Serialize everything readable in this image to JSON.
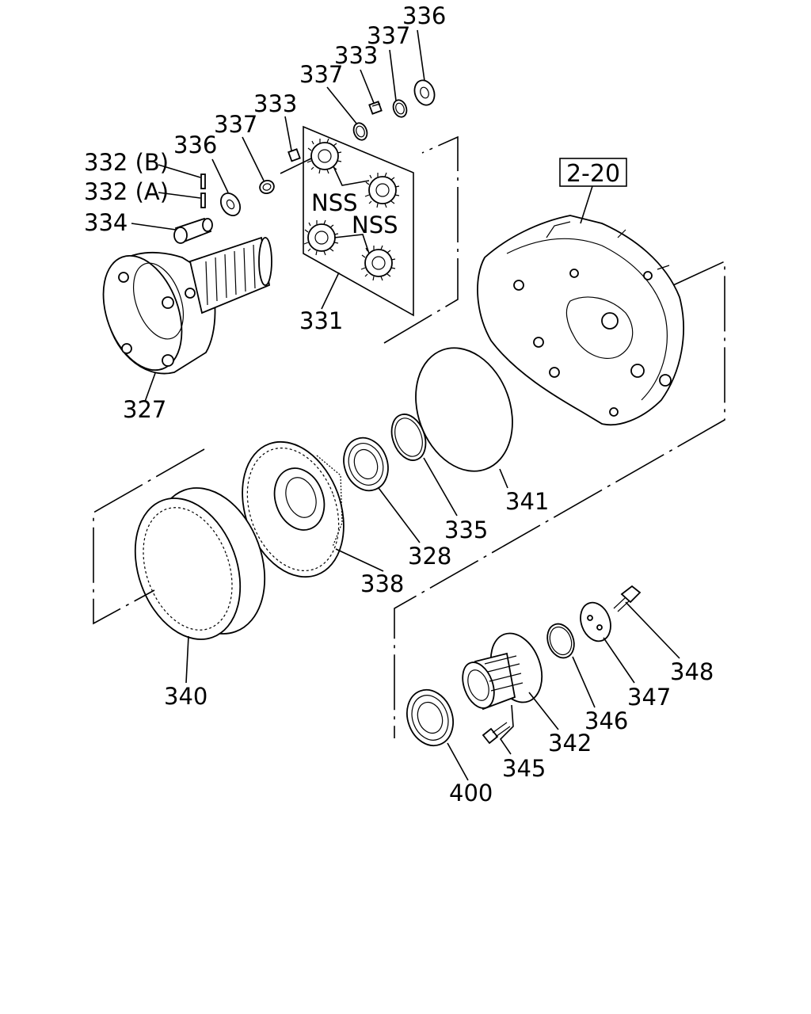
{
  "reference_box": "2-20",
  "labels": {
    "l336a": "336",
    "l337a": "337",
    "l333a": "333",
    "l337b": "337",
    "l333b": "333",
    "l337c": "337",
    "l336b": "336",
    "l332b": "332 (B)",
    "l332a": "332 (A)",
    "l334": "334",
    "nss1": "NSS",
    "nss2": "NSS",
    "l331": "331",
    "l327": "327",
    "l341": "341",
    "l335": "335",
    "l328": "328",
    "l338": "338",
    "l340": "340",
    "l348": "348",
    "l347": "347",
    "l346": "346",
    "l342": "342",
    "l345": "345",
    "l400": "400"
  }
}
